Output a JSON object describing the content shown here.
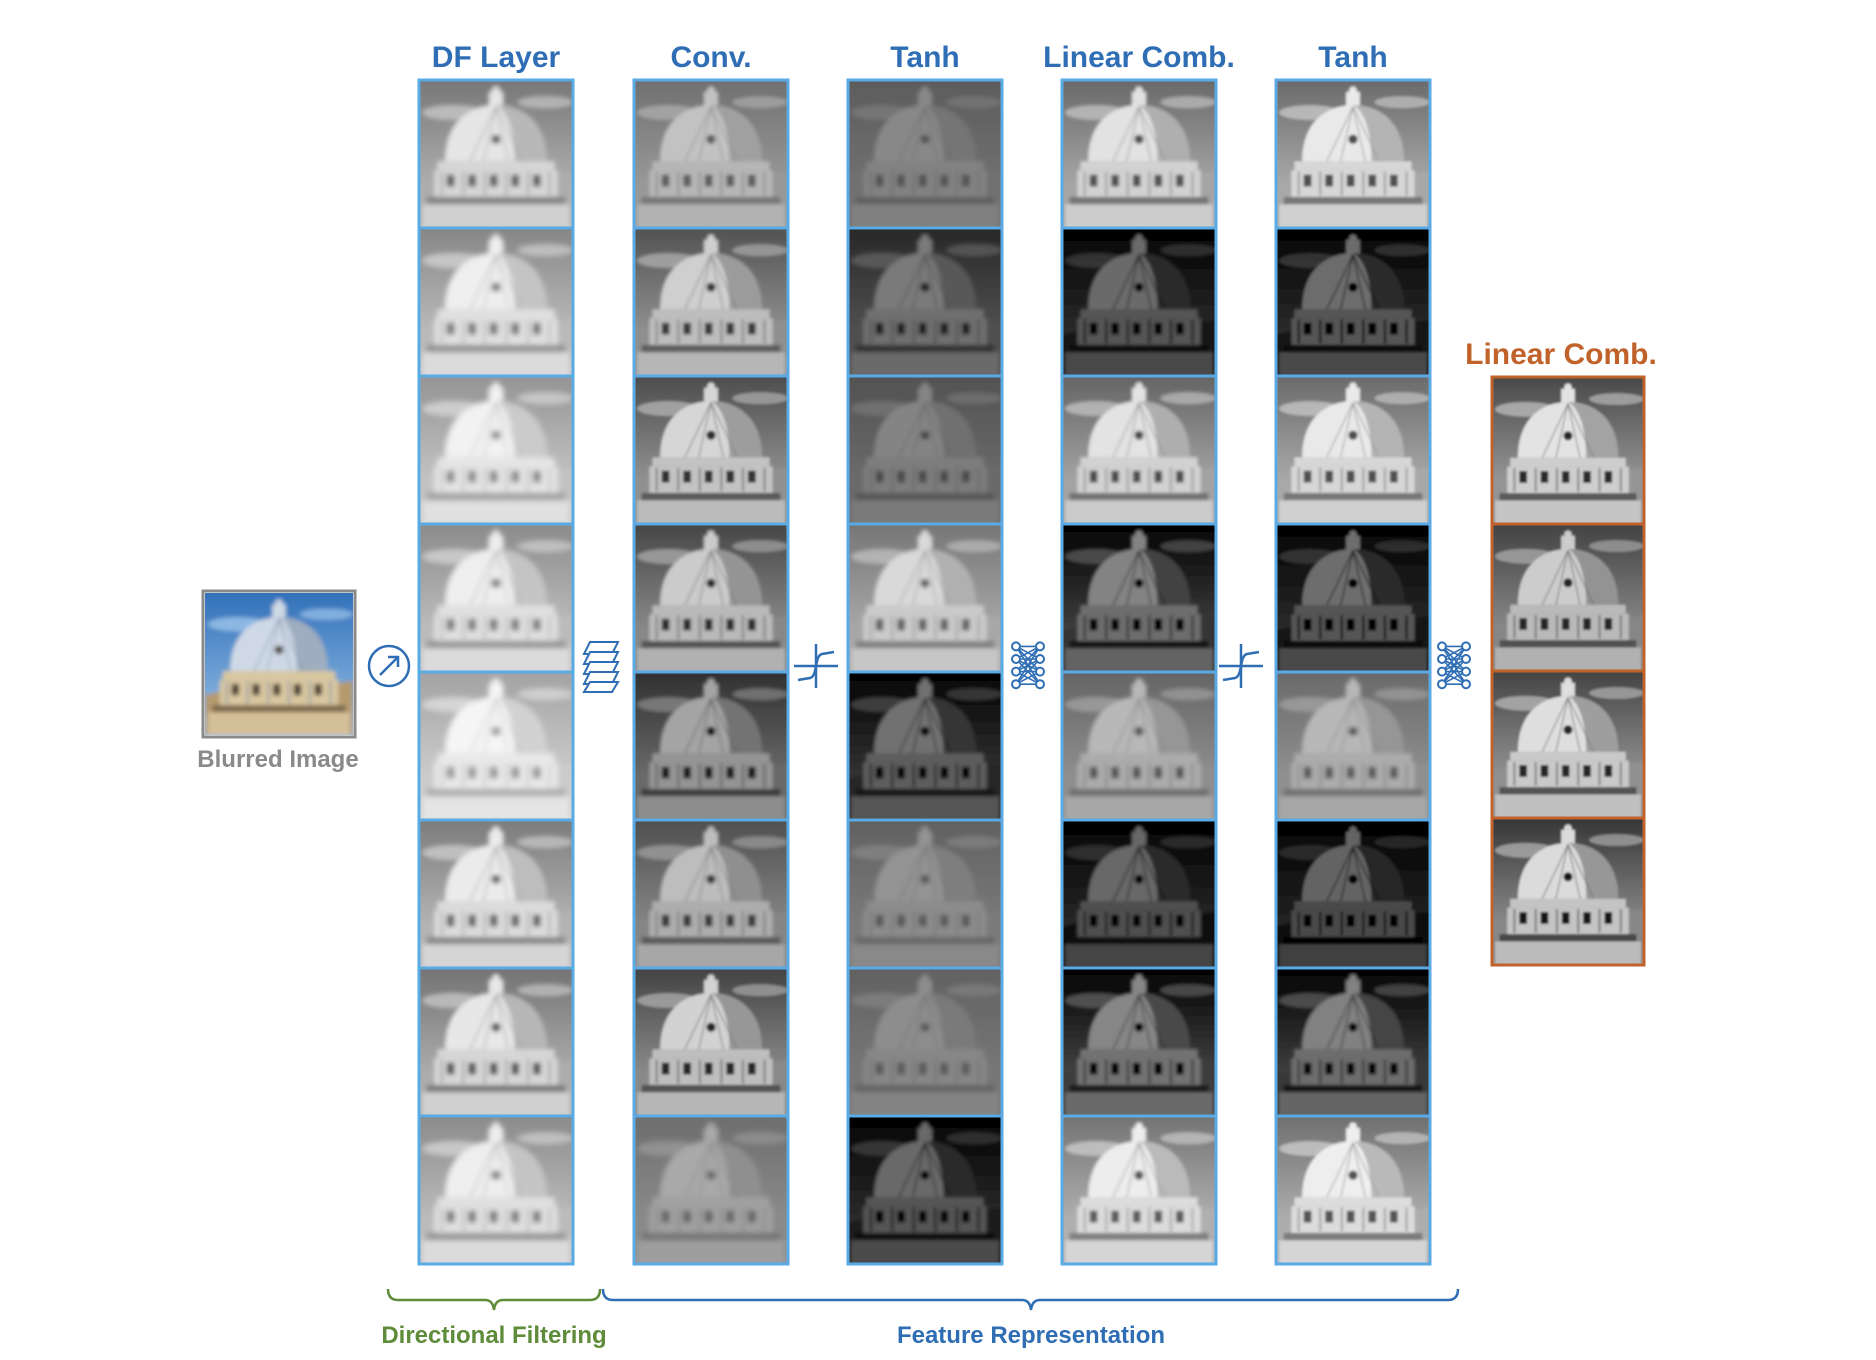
{
  "input": {
    "caption": "Blurred Image"
  },
  "columns": [
    {
      "title": "DF Layer",
      "tiles": [
        {
          "tone": 0.82,
          "contrast": 0.4,
          "blur": 2.4
        },
        {
          "tone": 0.86,
          "contrast": 0.38,
          "blur": 2.6
        },
        {
          "tone": 0.88,
          "contrast": 0.34,
          "blur": 3.0
        },
        {
          "tone": 0.86,
          "contrast": 0.36,
          "blur": 2.6
        },
        {
          "tone": 0.9,
          "contrast": 0.3,
          "blur": 2.8
        },
        {
          "tone": 0.84,
          "contrast": 0.4,
          "blur": 2.4
        },
        {
          "tone": 0.82,
          "contrast": 0.42,
          "blur": 2.2
        },
        {
          "tone": 0.86,
          "contrast": 0.36,
          "blur": 2.6
        }
      ]
    },
    {
      "title": "Conv.",
      "tiles": [
        {
          "tone": 0.7,
          "contrast": 0.3,
          "blur": 1.8
        },
        {
          "tone": 0.72,
          "contrast": 0.45,
          "blur": 1.6
        },
        {
          "tone": 0.74,
          "contrast": 0.5,
          "blur": 1.4
        },
        {
          "tone": 0.7,
          "contrast": 0.48,
          "blur": 1.6
        },
        {
          "tone": 0.56,
          "contrast": 0.42,
          "blur": 1.8
        },
        {
          "tone": 0.66,
          "contrast": 0.4,
          "blur": 1.8
        },
        {
          "tone": 0.72,
          "contrast": 0.52,
          "blur": 1.4
        },
        {
          "tone": 0.62,
          "contrast": 0.22,
          "blur": 2.6
        }
      ]
    },
    {
      "title": "Tanh",
      "tiles": [
        {
          "tone": 0.5,
          "contrast": 0.16,
          "blur": 2.0
        },
        {
          "tone": 0.42,
          "contrast": 0.3,
          "blur": 2.0
        },
        {
          "tone": 0.48,
          "contrast": 0.18,
          "blur": 2.2
        },
        {
          "tone": 0.78,
          "contrast": 0.36,
          "blur": 2.0
        },
        {
          "tone": 0.34,
          "contrast": 0.52,
          "blur": 1.8
        },
        {
          "tone": 0.54,
          "contrast": 0.18,
          "blur": 2.4
        },
        {
          "tone": 0.52,
          "contrast": 0.16,
          "blur": 2.4
        },
        {
          "tone": 0.3,
          "contrast": 0.56,
          "blur": 1.8
        }
      ]
    },
    {
      "title": "Linear Comb.",
      "tiles": [
        {
          "tone": 0.8,
          "contrast": 0.44,
          "blur": 1.6
        },
        {
          "tone": 0.3,
          "contrast": 0.6,
          "blur": 1.6
        },
        {
          "tone": 0.8,
          "contrast": 0.46,
          "blur": 1.6
        },
        {
          "tone": 0.4,
          "contrast": 0.56,
          "blur": 1.6
        },
        {
          "tone": 0.66,
          "contrast": 0.3,
          "blur": 2.0
        },
        {
          "tone": 0.28,
          "contrast": 0.62,
          "blur": 1.6
        },
        {
          "tone": 0.42,
          "contrast": 0.52,
          "blur": 1.6
        },
        {
          "tone": 0.84,
          "contrast": 0.44,
          "blur": 1.6
        }
      ]
    },
    {
      "title": "Tanh",
      "tiles": [
        {
          "tone": 0.82,
          "contrast": 0.46,
          "blur": 1.4
        },
        {
          "tone": 0.3,
          "contrast": 0.62,
          "blur": 1.4
        },
        {
          "tone": 0.82,
          "contrast": 0.46,
          "blur": 1.4
        },
        {
          "tone": 0.3,
          "contrast": 0.64,
          "blur": 1.4
        },
        {
          "tone": 0.66,
          "contrast": 0.28,
          "blur": 2.0
        },
        {
          "tone": 0.26,
          "contrast": 0.64,
          "blur": 1.4
        },
        {
          "tone": 0.4,
          "contrast": 0.52,
          "blur": 1.6
        },
        {
          "tone": 0.84,
          "contrast": 0.46,
          "blur": 1.4
        }
      ]
    }
  ],
  "output": {
    "title": "Linear Comb.",
    "tiles": [
      {
        "tone": 0.78,
        "contrast": 0.56,
        "blur": 1.0
      },
      {
        "tone": 0.7,
        "contrast": 0.5,
        "blur": 1.0
      },
      {
        "tone": 0.76,
        "contrast": 0.56,
        "blur": 1.0
      },
      {
        "tone": 0.74,
        "contrast": 0.6,
        "blur": 1.0
      }
    ]
  },
  "brackets": [
    {
      "label": "Directional Filtering",
      "color": "#5f8c3a"
    },
    {
      "label": "Feature Representation",
      "color": "#2f6eb5"
    }
  ],
  "operators": [
    "directional-filter-icon",
    "conv-stack-icon",
    "tanh-icon",
    "linear-combination-icon",
    "tanh-icon",
    "linear-combination-icon"
  ],
  "colors": {
    "feature_border": "#5aaae6",
    "output_border": "#c0622a",
    "title_blue": "#2f6eb5",
    "title_orange": "#c0622a",
    "caption_gray": "#8a8a8a",
    "operator": "#2f6eb5"
  }
}
